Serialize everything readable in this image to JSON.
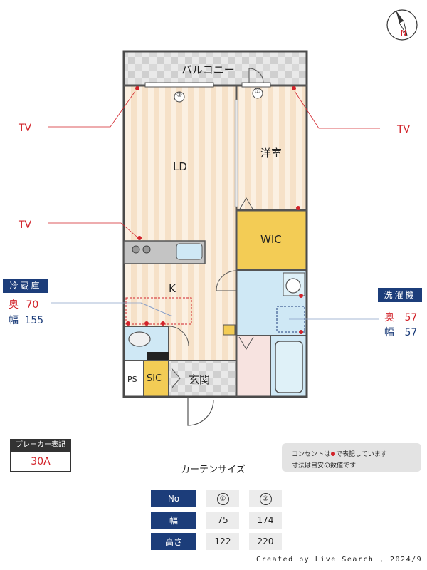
{
  "rooms": {
    "balcony": "バルコニー",
    "western_room": "洋室",
    "ld": "LD",
    "wic": "WIC",
    "kitchen": "K",
    "entrance": "玄関",
    "sic": "SIC",
    "ps": "PS"
  },
  "windows": {
    "w1": "①",
    "w2": "②"
  },
  "tv_labels": [
    "TV",
    "TV",
    "TV"
  ],
  "compass_letter": "N",
  "fridge": {
    "title": "冷蔵庫",
    "depth_label": "奥",
    "depth_value": "70",
    "width_label": "幅",
    "width_value": "155"
  },
  "washer": {
    "title": "洗濯機",
    "depth_label": "奥",
    "depth_value": "57",
    "width_label": "幅",
    "width_value": "57"
  },
  "breaker": {
    "title": "ブレーカー表記",
    "value": "30A"
  },
  "notes": {
    "line1_pre": "コンセントは",
    "line1_post": "で表記しています",
    "line2": "寸法は目安の数値です"
  },
  "curtain": {
    "title": "カーテンサイズ",
    "rows": [
      {
        "header": "No",
        "c1": "①",
        "c2": "②"
      },
      {
        "header": "幅",
        "c1": "75",
        "c2": "174"
      },
      {
        "header": "高さ",
        "c1": "122",
        "c2": "220"
      }
    ]
  },
  "credit": "Created by Live Search , 2024/9",
  "colors": {
    "navy": "#1c3d7a",
    "outlet_red": "#d2232a",
    "wic_yellow": "#f3cc55",
    "wet_blue": "#cfe8f5"
  }
}
